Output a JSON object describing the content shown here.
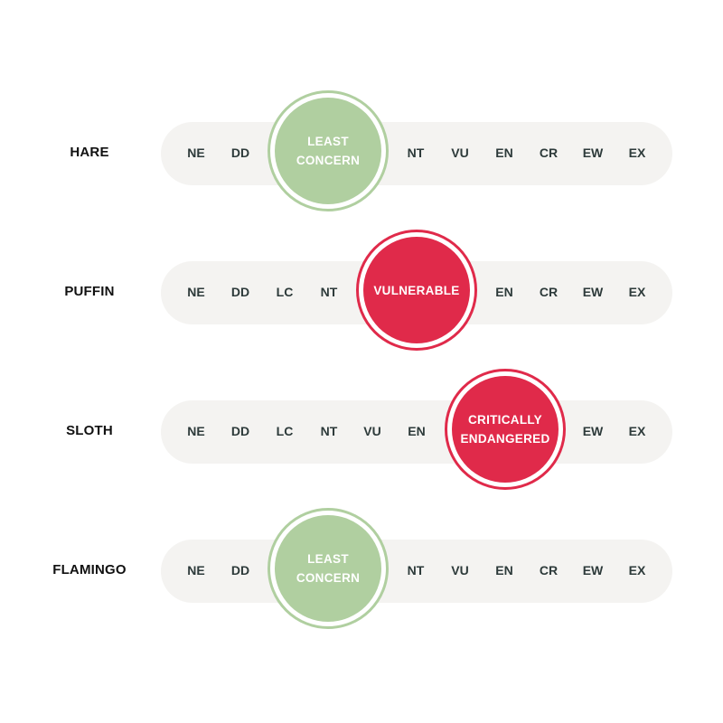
{
  "codes": [
    "NE",
    "DD",
    "LC",
    "NT",
    "VU",
    "EN",
    "CR",
    "EW",
    "EX"
  ],
  "colors": {
    "least_concern": "#b0cfa0",
    "threatened": "#e02a4a",
    "track": "#f4f3f1"
  },
  "rows": [
    {
      "species": "HARE",
      "status_code": "LC",
      "status_label": "LEAST\nCONCERN",
      "tone": "least_concern"
    },
    {
      "species": "PUFFIN",
      "status_code": "VU",
      "status_label": "VULNERABLE",
      "tone": "threatened"
    },
    {
      "species": "SLOTH",
      "status_code": "CR",
      "status_label": "CRITICALLY\nENDANGERED",
      "tone": "threatened"
    },
    {
      "species": "FLAMINGO",
      "status_code": "LC",
      "status_label": "LEAST\nCONCERN",
      "tone": "least_concern"
    }
  ]
}
